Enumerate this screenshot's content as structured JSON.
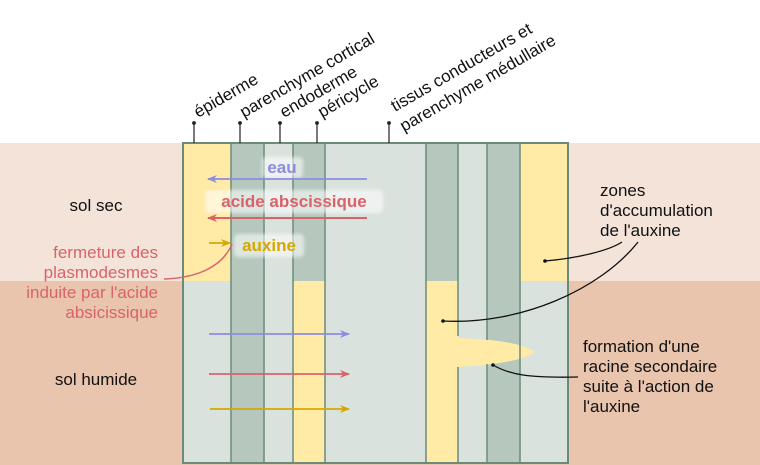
{
  "colors": {
    "dry_soil": "#f4e3d9",
    "wet_soil": "#e9c5ae",
    "pale_tissue": "#dae2dd",
    "dark_tissue": "#b6c8bd",
    "auxin_zone": "#ffeaa6",
    "border": "#6b8a78",
    "water": "#8c8ce0",
    "abscisic_acid": "#d9636a",
    "auxin": "#d4a800",
    "text": "#111111"
  },
  "tissue_labels": [
    {
      "id": "epiderme",
      "lines": [
        "épiderme"
      ]
    },
    {
      "id": "parenchyme-cortical",
      "lines": [
        "parenchyme cortical"
      ]
    },
    {
      "id": "endoderme",
      "lines": [
        "endoderme"
      ]
    },
    {
      "id": "pericycle",
      "lines": [
        "péricycle"
      ]
    },
    {
      "id": "tissus-conducteurs",
      "lines": [
        "tissus conducteurs et",
        "parenchyme médullaire"
      ]
    }
  ],
  "soil": {
    "dry_label": "sol sec",
    "wet_label": "sol humide"
  },
  "flows_dry": {
    "water_label": "eau",
    "abscisic_label": "acide abscissique",
    "auxin_label": "auxine"
  },
  "plasmodesmata_note": {
    "lines": [
      "fermeture des",
      "plasmodesmes",
      "induite par l'acide",
      "absicissique"
    ]
  },
  "auxin_accumulation_note": {
    "lines": [
      "zones",
      "d'accumulation",
      "de l'auxine"
    ]
  },
  "lateral_root_note": {
    "lines": [
      "formation d'une",
      "racine secondaire",
      "suite à l'action de",
      "l'auxine"
    ]
  }
}
